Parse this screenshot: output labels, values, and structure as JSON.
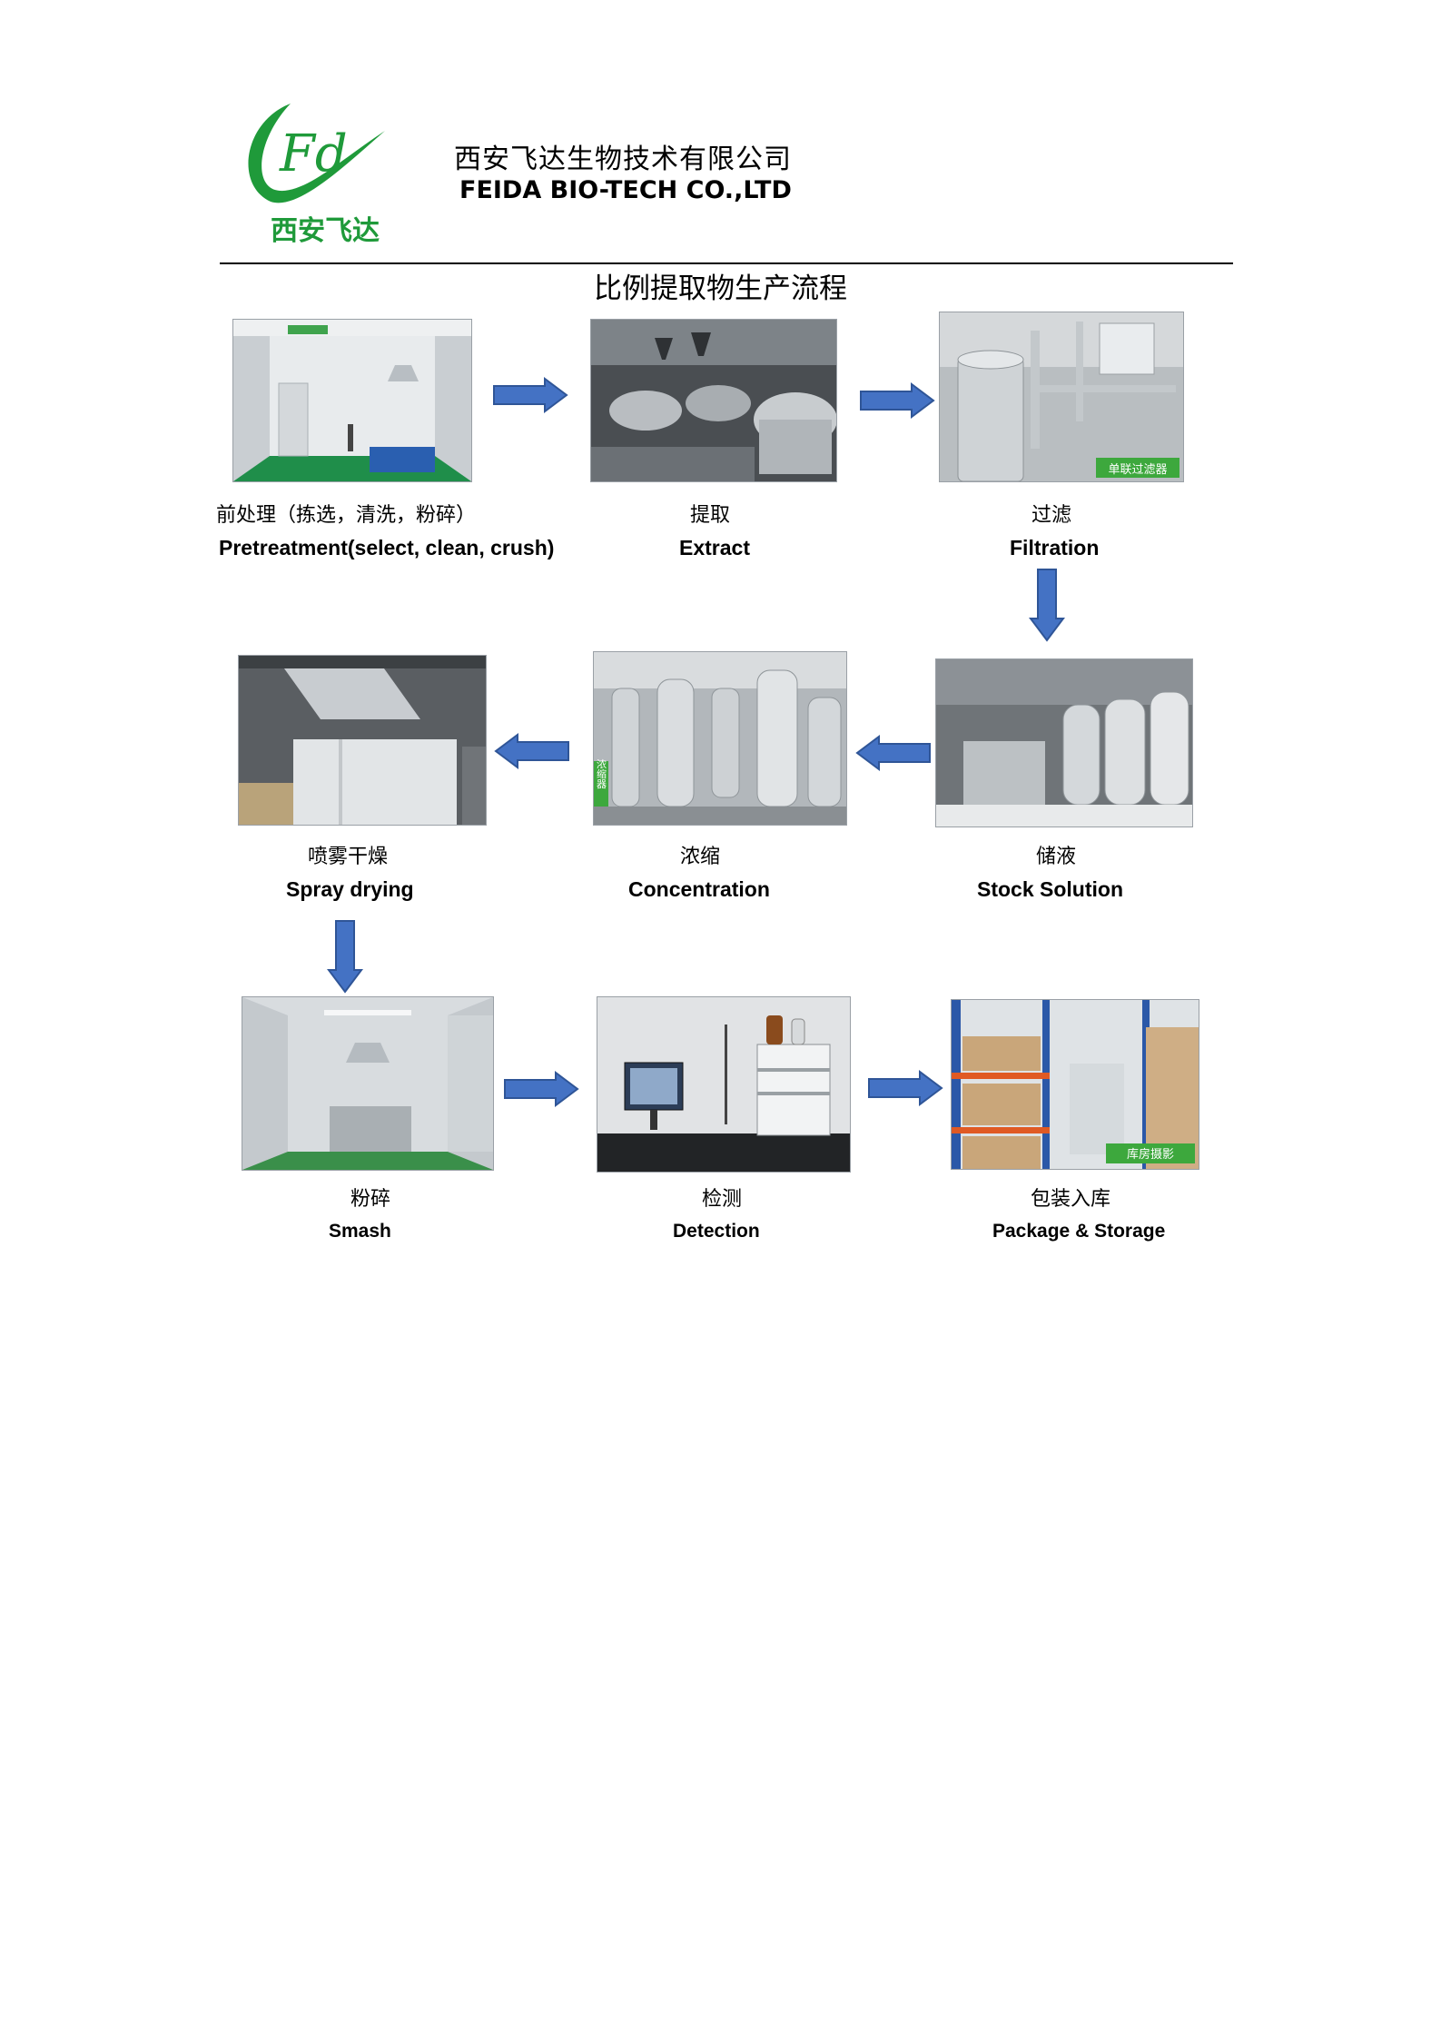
{
  "header": {
    "logo_letters": "Fd",
    "logo_cn": "西安飞达",
    "company_cn": "西安飞达生物技术有限公司",
    "company_en": "FEIDA BIO-TECH CO.,LTD"
  },
  "title": "比例提取物生产流程",
  "colors": {
    "arrow": "#4472c4",
    "arrow_edge": "#2f5597",
    "logo_green": "#1f9a3a",
    "photo_label_green": "#3da83d"
  },
  "steps": [
    {
      "cn": "前处理（拣选，清洗，粉碎）",
      "en": "Pretreatment(select, clean, crush)",
      "photo_label": ""
    },
    {
      "cn": "提取",
      "en": "Extract",
      "photo_label": ""
    },
    {
      "cn": "过滤",
      "en": "Filtration",
      "photo_label": "单联过滤器"
    },
    {
      "cn": "储液",
      "en": "Stock Solution",
      "photo_label": ""
    },
    {
      "cn": "浓缩",
      "en": "Concentration",
      "photo_label": "浓缩器"
    },
    {
      "cn": "喷雾干燥",
      "en": "Spray drying",
      "photo_label": ""
    },
    {
      "cn": "粉碎",
      "en": "Smash",
      "photo_label": ""
    },
    {
      "cn": "检测",
      "en": "Detection",
      "photo_label": ""
    },
    {
      "cn": "包装入库",
      "en": "Package & Storage",
      "photo_label": "库房摄影"
    }
  ]
}
